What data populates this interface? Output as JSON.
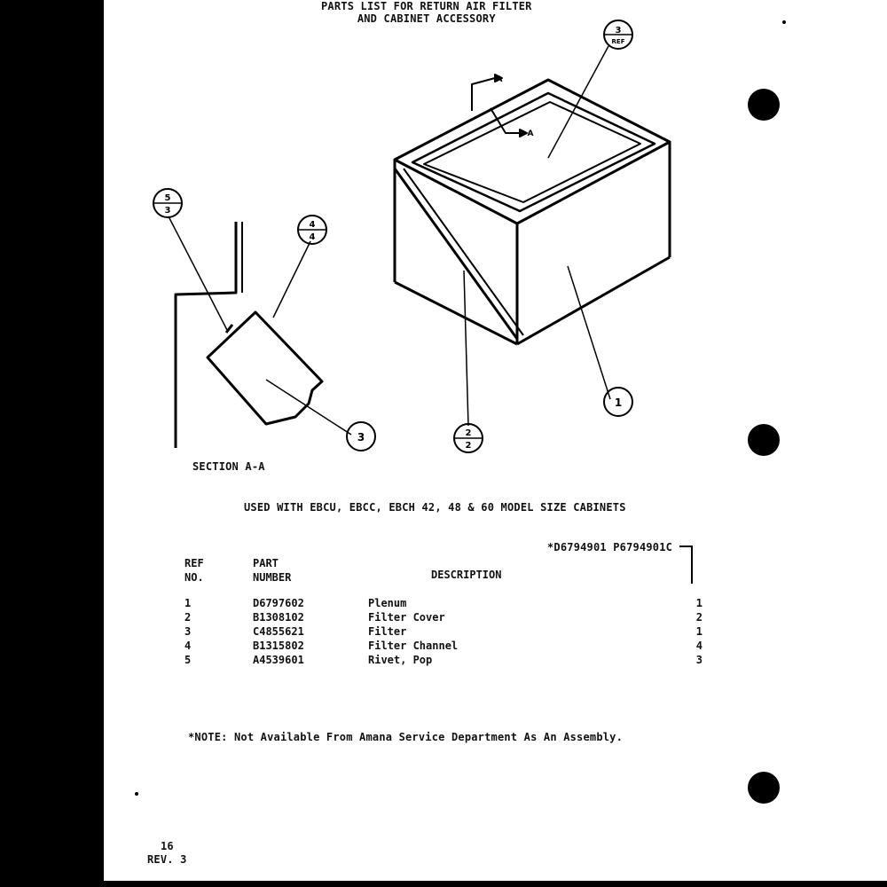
{
  "document": {
    "title_line1": "PARTS LIST FOR RETURN AIR FILTER",
    "title_line2": "AND CABINET ACCESSORY",
    "section_label": "SECTION A-A",
    "used_with": "USED WITH EBCU, EBCC, EBCH 42, 48 & 60 MODEL SIZE CABINETS",
    "model_header": "*D6794901 P6794901C",
    "note": "*NOTE:  Not Available From Amana Service Department As An Assembly.",
    "page_number": "16",
    "revision": "REV. 3"
  },
  "diagram": {
    "callouts": {
      "c1": "1",
      "c2": "2",
      "c2_sub": "2",
      "c3": "3",
      "c3ref": "3",
      "c3ref_sub": "REF",
      "c4": "4",
      "c4_sub": "4",
      "c5": "5",
      "c5_sub": "3",
      "section_arrow_top": "A",
      "section_arrow_bottom": "A"
    }
  },
  "table": {
    "headers": {
      "ref_line1": "REF",
      "ref_line2": "NO.",
      "part_line1": "PART",
      "part_line2": "NUMBER",
      "description": "DESCRIPTION"
    },
    "rows": [
      {
        "ref": "1",
        "part": "D6797602",
        "description": "Plenum",
        "qty": "1"
      },
      {
        "ref": "2",
        "part": "B1308102",
        "description": "Filter Cover",
        "qty": "2"
      },
      {
        "ref": "3",
        "part": "C4855621",
        "description": "Filter",
        "qty": "1"
      },
      {
        "ref": "4",
        "part": "B1315802",
        "description": "Filter Channel",
        "qty": "4"
      },
      {
        "ref": "5",
        "part": "A4539601",
        "description": "Rivet, Pop",
        "qty": "3"
      }
    ]
  }
}
